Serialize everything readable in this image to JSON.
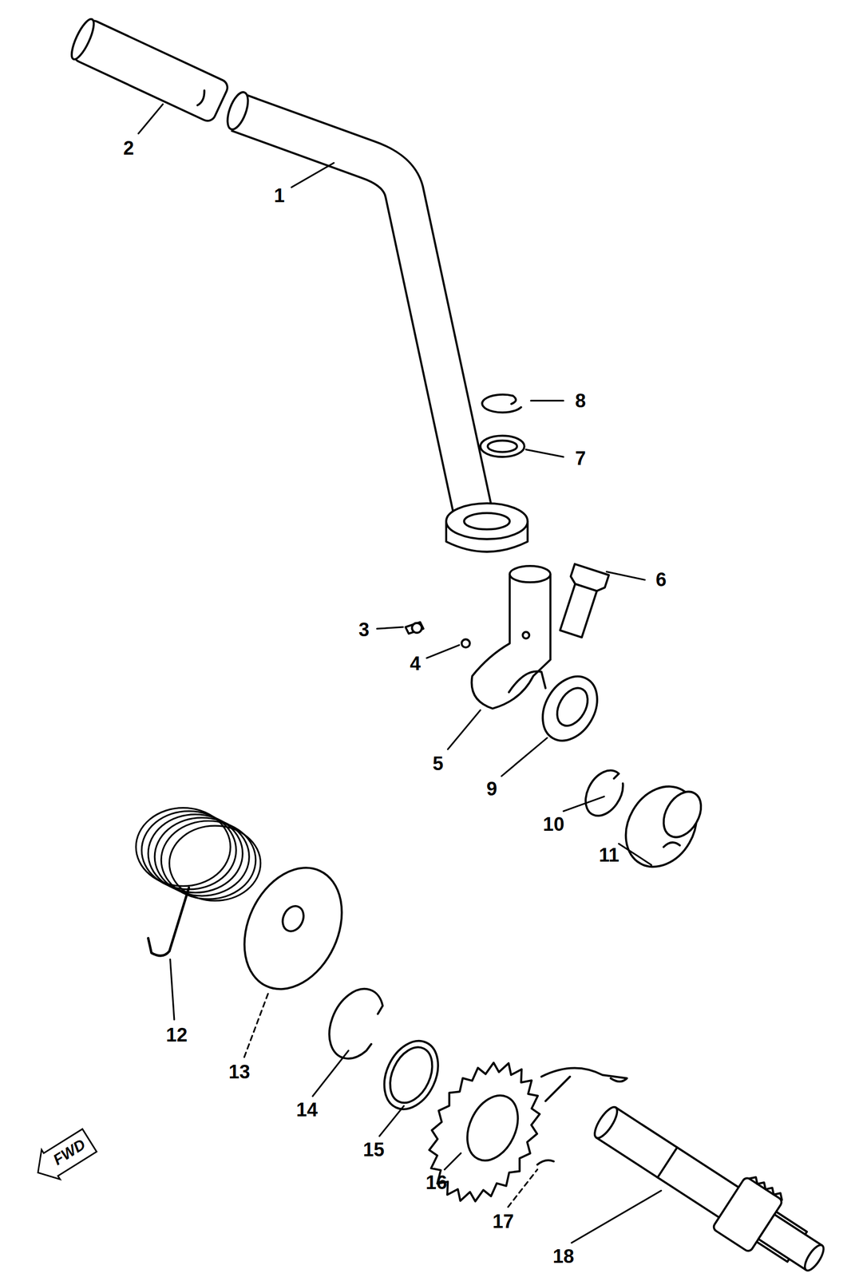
{
  "diagram": {
    "nodes": [
      {
        "text": [
          "FWD"
        ]
      }
    ],
    "labels": [
      "1",
      "2",
      "3",
      "4",
      "5",
      "6",
      "7",
      "8",
      "9",
      "10",
      "11",
      "12",
      "13",
      "14",
      "15",
      "16",
      "17",
      "18"
    ]
  }
}
